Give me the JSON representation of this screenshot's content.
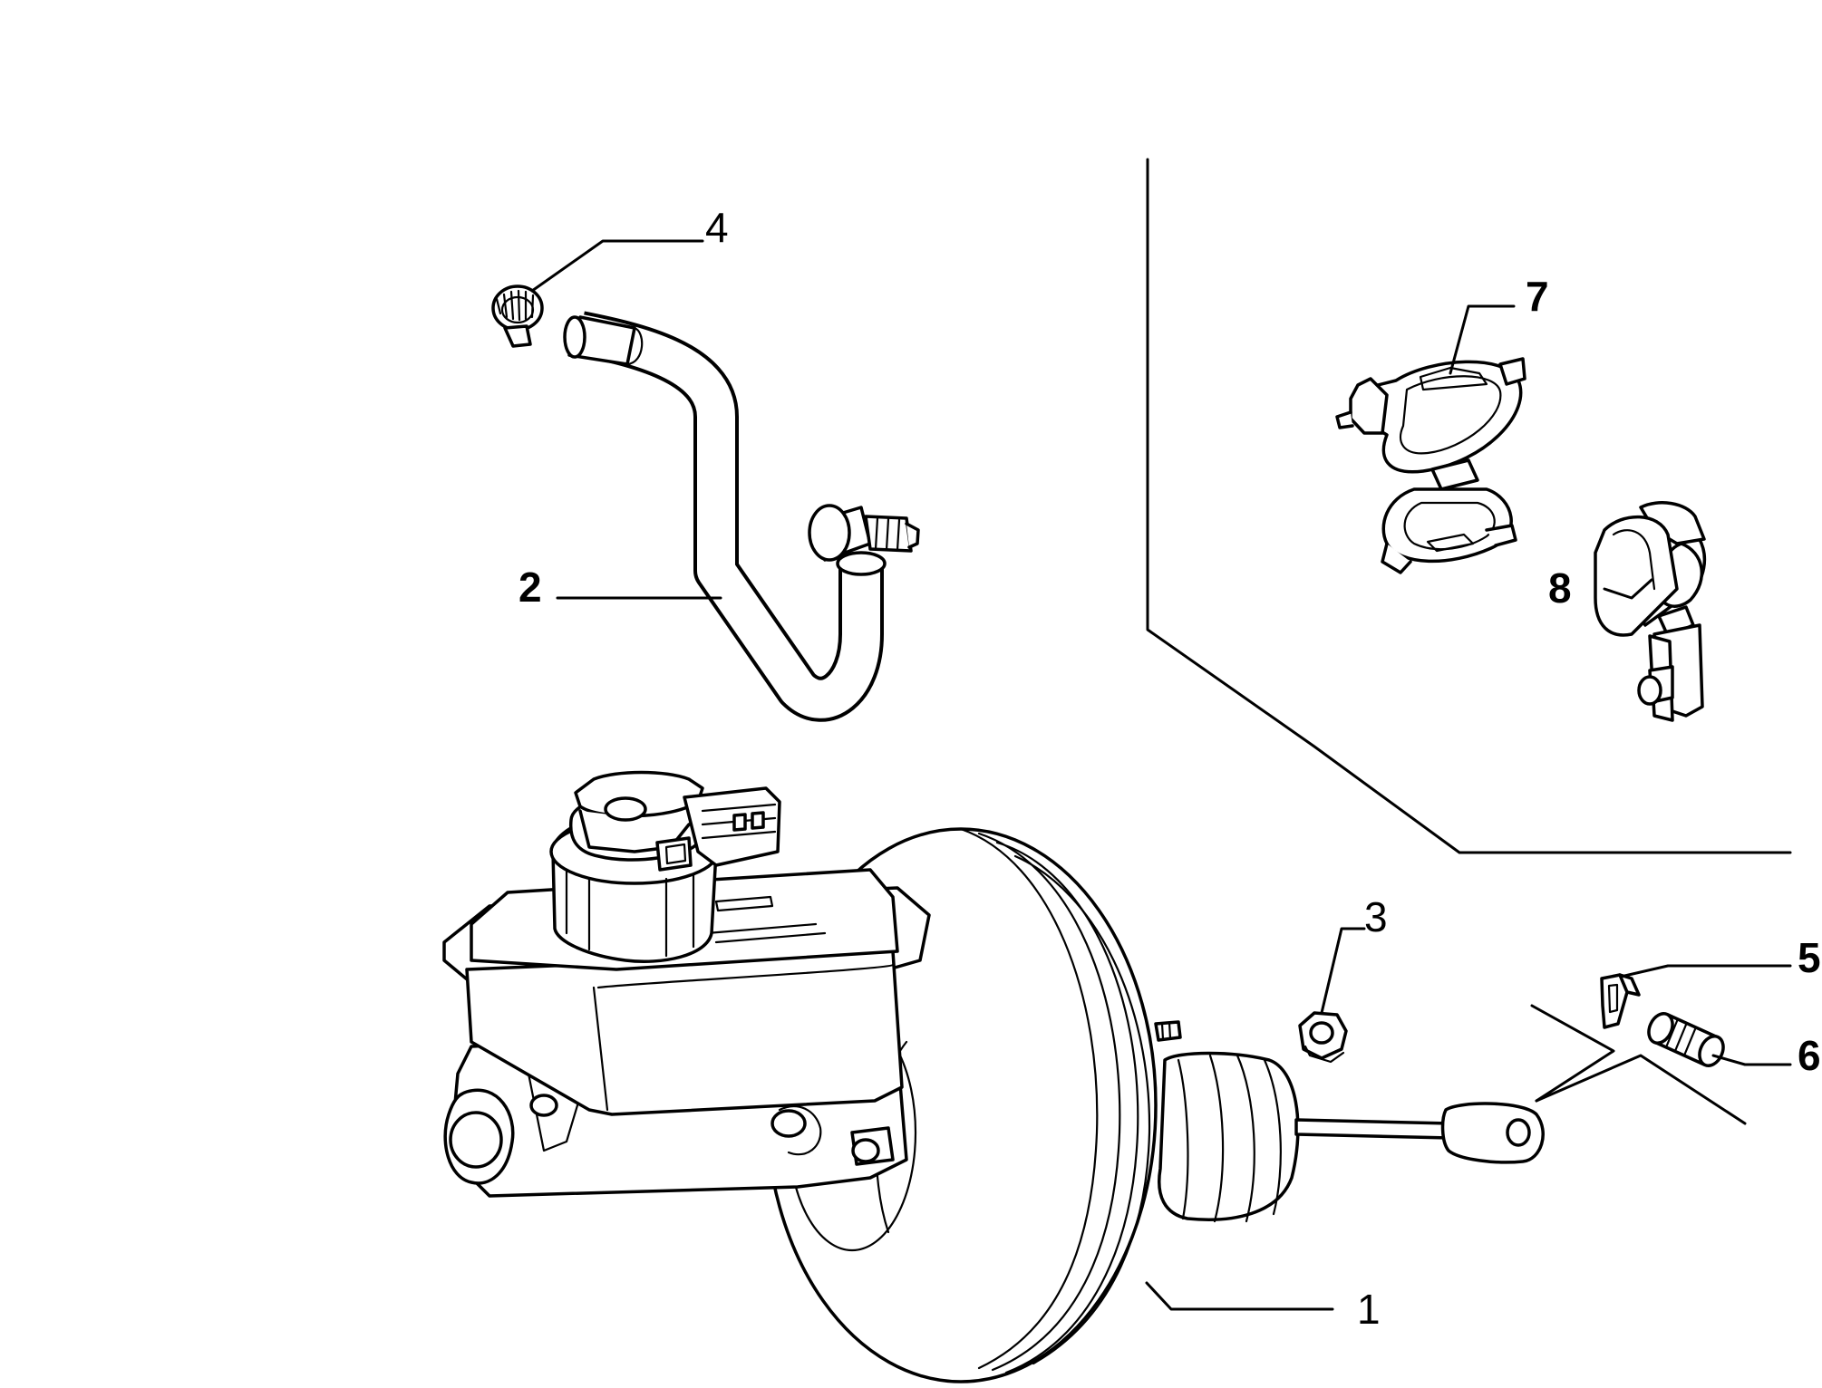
{
  "callouts": [
    {
      "id": "1",
      "label": "1",
      "bold": false
    },
    {
      "id": "2",
      "label": "2",
      "bold": true
    },
    {
      "id": "3",
      "label": "3",
      "bold": false
    },
    {
      "id": "4",
      "label": "4",
      "bold": false
    },
    {
      "id": "5",
      "label": "5",
      "bold": true
    },
    {
      "id": "6",
      "label": "6",
      "bold": true
    },
    {
      "id": "7",
      "label": "7",
      "bold": true
    },
    {
      "id": "8",
      "label": "8",
      "bold": true
    }
  ]
}
